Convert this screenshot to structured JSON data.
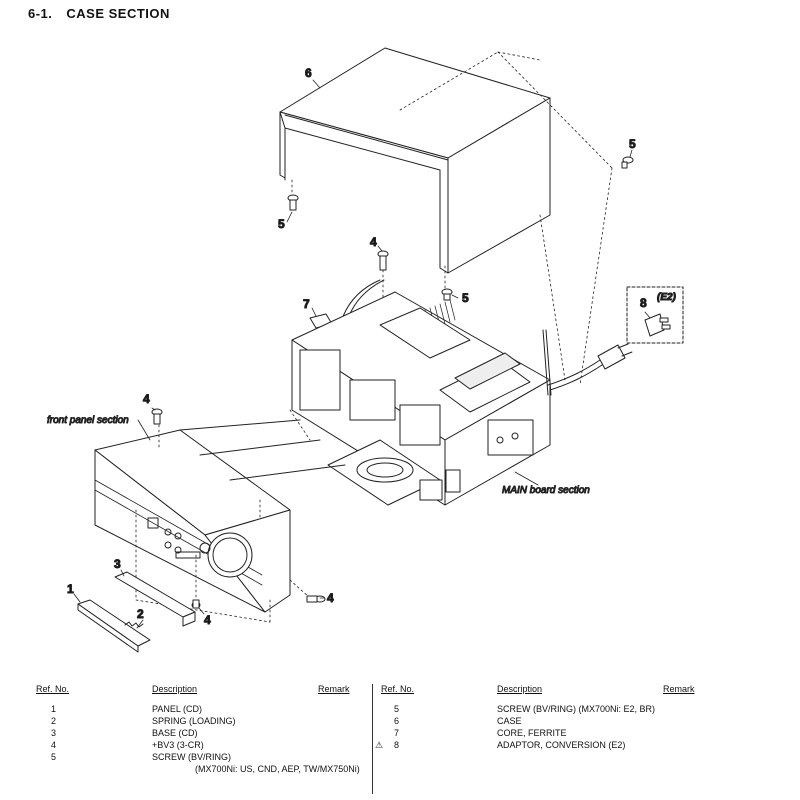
{
  "page": {
    "section_number": "6-1.",
    "section_title": "CASE SECTION"
  },
  "diagram": {
    "labels": {
      "front_panel": "front panel section",
      "main_board": "MAIN board section",
      "e2": "(E2)"
    },
    "callouts": [
      "6",
      "5",
      "5",
      "5",
      "4",
      "7",
      "8",
      "4",
      "3",
      "1",
      "2",
      "4",
      "4"
    ]
  },
  "parts_list": {
    "headers": {
      "ref_no": "Ref. No.",
      "description": "Description",
      "remark": "Remark"
    },
    "left": [
      {
        "ref": "1",
        "description": "PANEL (CD)"
      },
      {
        "ref": "2",
        "description": "SPRING (LOADING)"
      },
      {
        "ref": "3",
        "description": "BASE (CD)"
      },
      {
        "ref": "4",
        "description": "+BV3 (3-CR)"
      },
      {
        "ref": "5",
        "description": "SCREW (BV/RING)"
      }
    ],
    "left_note": "(MX700Ni: US, CND, AEP, TW/MX750Ni)",
    "right": [
      {
        "ref": "5",
        "description": "SCREW (BV/RING) (MX700Ni: E2, BR)"
      },
      {
        "ref": "6",
        "description": "CASE"
      },
      {
        "ref": "7",
        "description": "CORE, FERRITE"
      },
      {
        "ref": "8",
        "description": "ADAPTOR, CONVERSION (E2)",
        "warning": "⚠"
      }
    ]
  }
}
